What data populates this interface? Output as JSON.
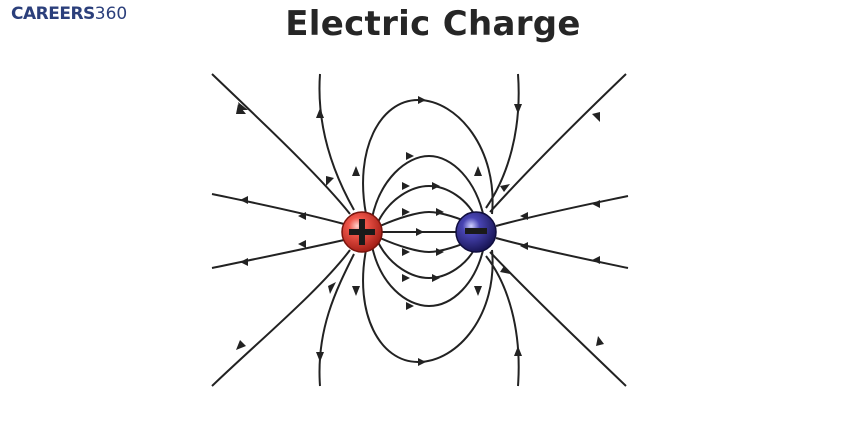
{
  "header": {
    "logo_word": "CAREERS",
    "logo_number": "360",
    "logo_color": "#2b3f7b",
    "title": "Electric Charge"
  },
  "charges": [
    {
      "name": "positive-charge",
      "sign": "+",
      "color": "#e23a2f"
    },
    {
      "name": "negative-charge",
      "sign": "−",
      "color": "#2f2d8c"
    }
  ]
}
